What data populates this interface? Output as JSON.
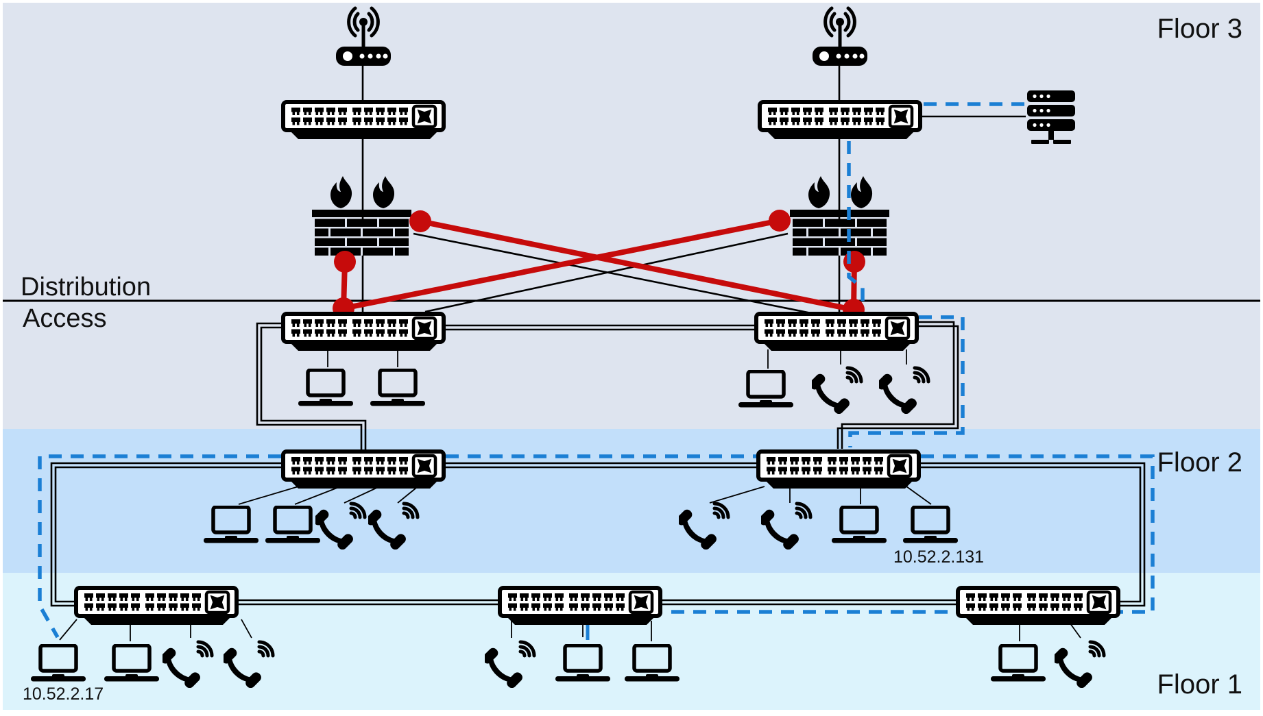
{
  "floors": [
    {
      "id": "floor-3",
      "label": "Floor 3"
    },
    {
      "id": "floor-2",
      "label": "Floor 2"
    },
    {
      "id": "floor-1",
      "label": "Floor 1"
    }
  ],
  "layers": {
    "distribution_label": "Distribution",
    "access_label": "Access"
  },
  "ip_labels": {
    "floor1_laptop": "10.52.2.17",
    "floor2_laptop": "10.52.2.131"
  },
  "colors": {
    "floor3_bg": "#dee4ef",
    "floor2_bg": "#c2dffa",
    "floor1_bg": "#dcf3fc",
    "frame": "#ffffff",
    "line_black": "#000000",
    "link_red": "#c60b0b",
    "vlan_blue": "#1b7fd4"
  },
  "icons": [
    "wireless-ap-icon",
    "switch-icon",
    "firewall-icon",
    "server-icon",
    "laptop-icon",
    "ip-phone-icon",
    "red-link-node",
    "crossed-arrows-icon"
  ],
  "devices": {
    "wireless_access_points": 2,
    "core_switches": 2,
    "firewalls": 2,
    "servers": 1,
    "access_switches": 2,
    "floor2_switches": 2,
    "floor1_switches": 3,
    "laptops": 12,
    "ip_phones": 10,
    "red_link_nodes": 6
  }
}
